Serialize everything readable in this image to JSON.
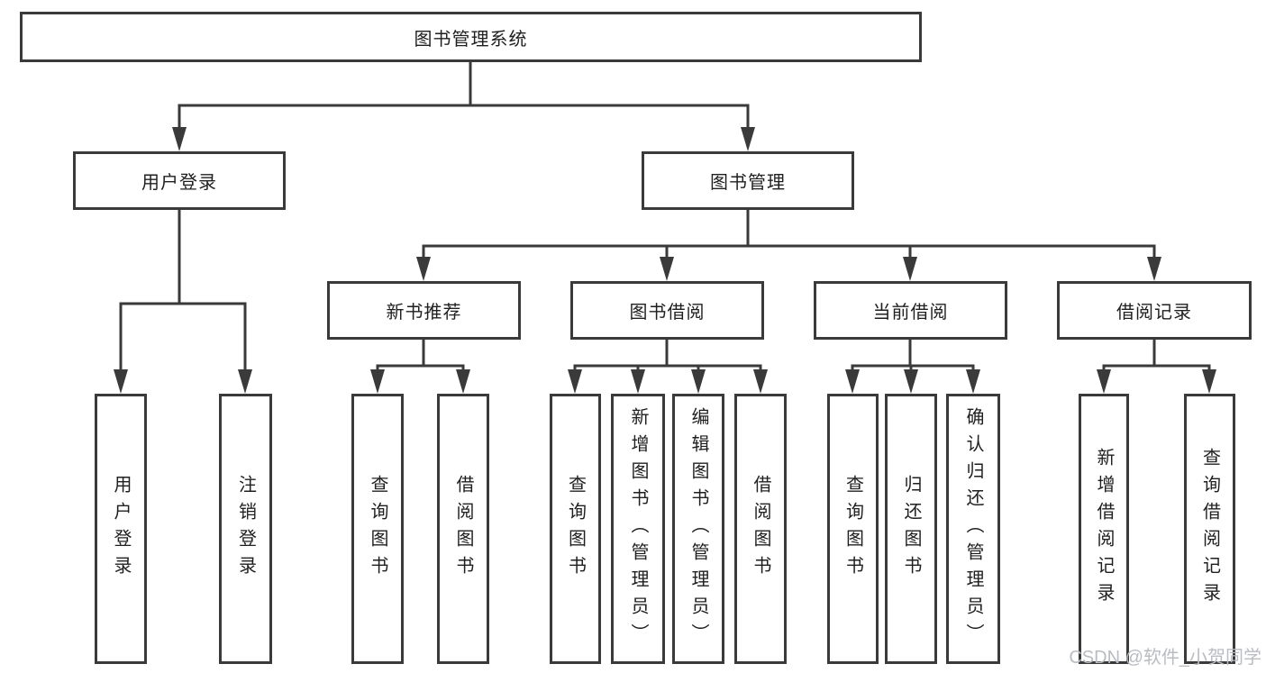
{
  "diagram": {
    "root_label": "图书管理系统",
    "branches": [
      {
        "label": "用户登录",
        "leaves": [
          "用户登录",
          "注销登录"
        ]
      },
      {
        "label": "图书管理",
        "groups": [
          {
            "label": "新书推荐",
            "leaves": [
              "查询图书",
              "借阅图书"
            ]
          },
          {
            "label": "图书借阅",
            "leaves": [
              "查询图书",
              "新增图书（管理员）",
              "编辑图书（管理员）",
              "借阅图书"
            ]
          },
          {
            "label": "当前借阅",
            "leaves": [
              "查询图书",
              "归还图书",
              "确认归还（管理员）"
            ]
          },
          {
            "label": "借阅记录",
            "leaves": [
              "新增借阅记录",
              "查询借阅记录"
            ]
          }
        ]
      }
    ]
  },
  "watermark": {
    "text": "CSDN @软件_小贺同学"
  },
  "colors": {
    "line": "#3a3a3a",
    "text": "#1f1f1f",
    "background": "#ffffff",
    "watermark": "#b9bcc2"
  }
}
